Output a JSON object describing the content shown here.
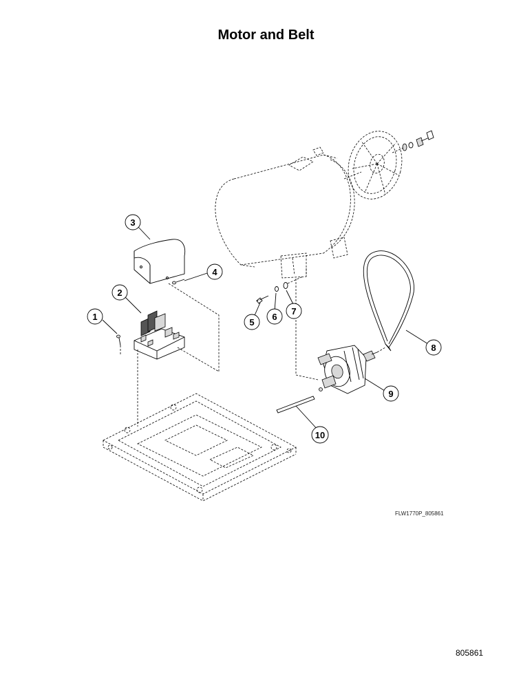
{
  "page": {
    "title": "Motor and Belt",
    "figure_id": "FLW1770P_805861",
    "page_number": "805861"
  },
  "callouts": [
    {
      "number": "1"
    },
    {
      "number": "2"
    },
    {
      "number": "3"
    },
    {
      "number": "4"
    },
    {
      "number": "5"
    },
    {
      "number": "6"
    },
    {
      "number": "7"
    },
    {
      "number": "8"
    },
    {
      "number": "9"
    },
    {
      "number": "10"
    }
  ]
}
